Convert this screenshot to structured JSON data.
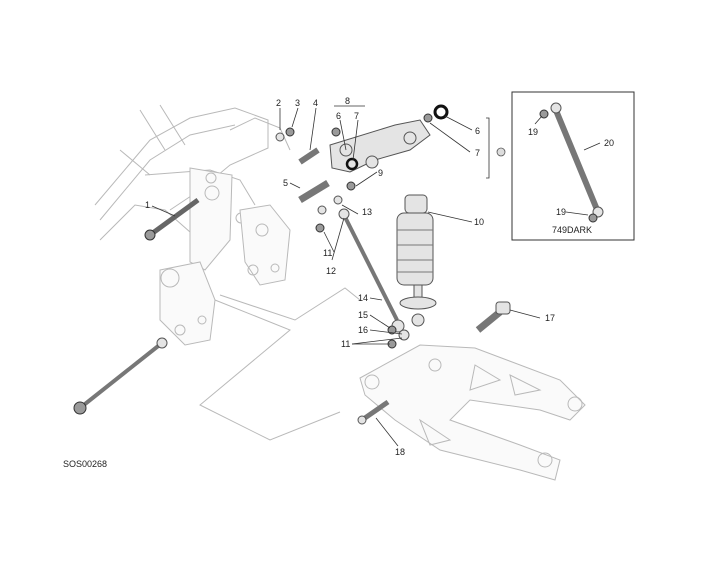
{
  "drawing_code": "SOS00268",
  "inset_label": "749DARK",
  "callouts": [
    "1",
    "2",
    "3",
    "4",
    "5",
    "6",
    "7",
    "8",
    "9",
    "10",
    "11",
    "12",
    "13",
    "14",
    "15",
    "16",
    "11",
    "6",
    "7",
    "17",
    "18",
    "19",
    "19",
    "20"
  ],
  "colors": {
    "line": "#333333",
    "ghost": "#b9b9b9",
    "part": "#e4e4e4",
    "dark": "#9a9a9a"
  }
}
